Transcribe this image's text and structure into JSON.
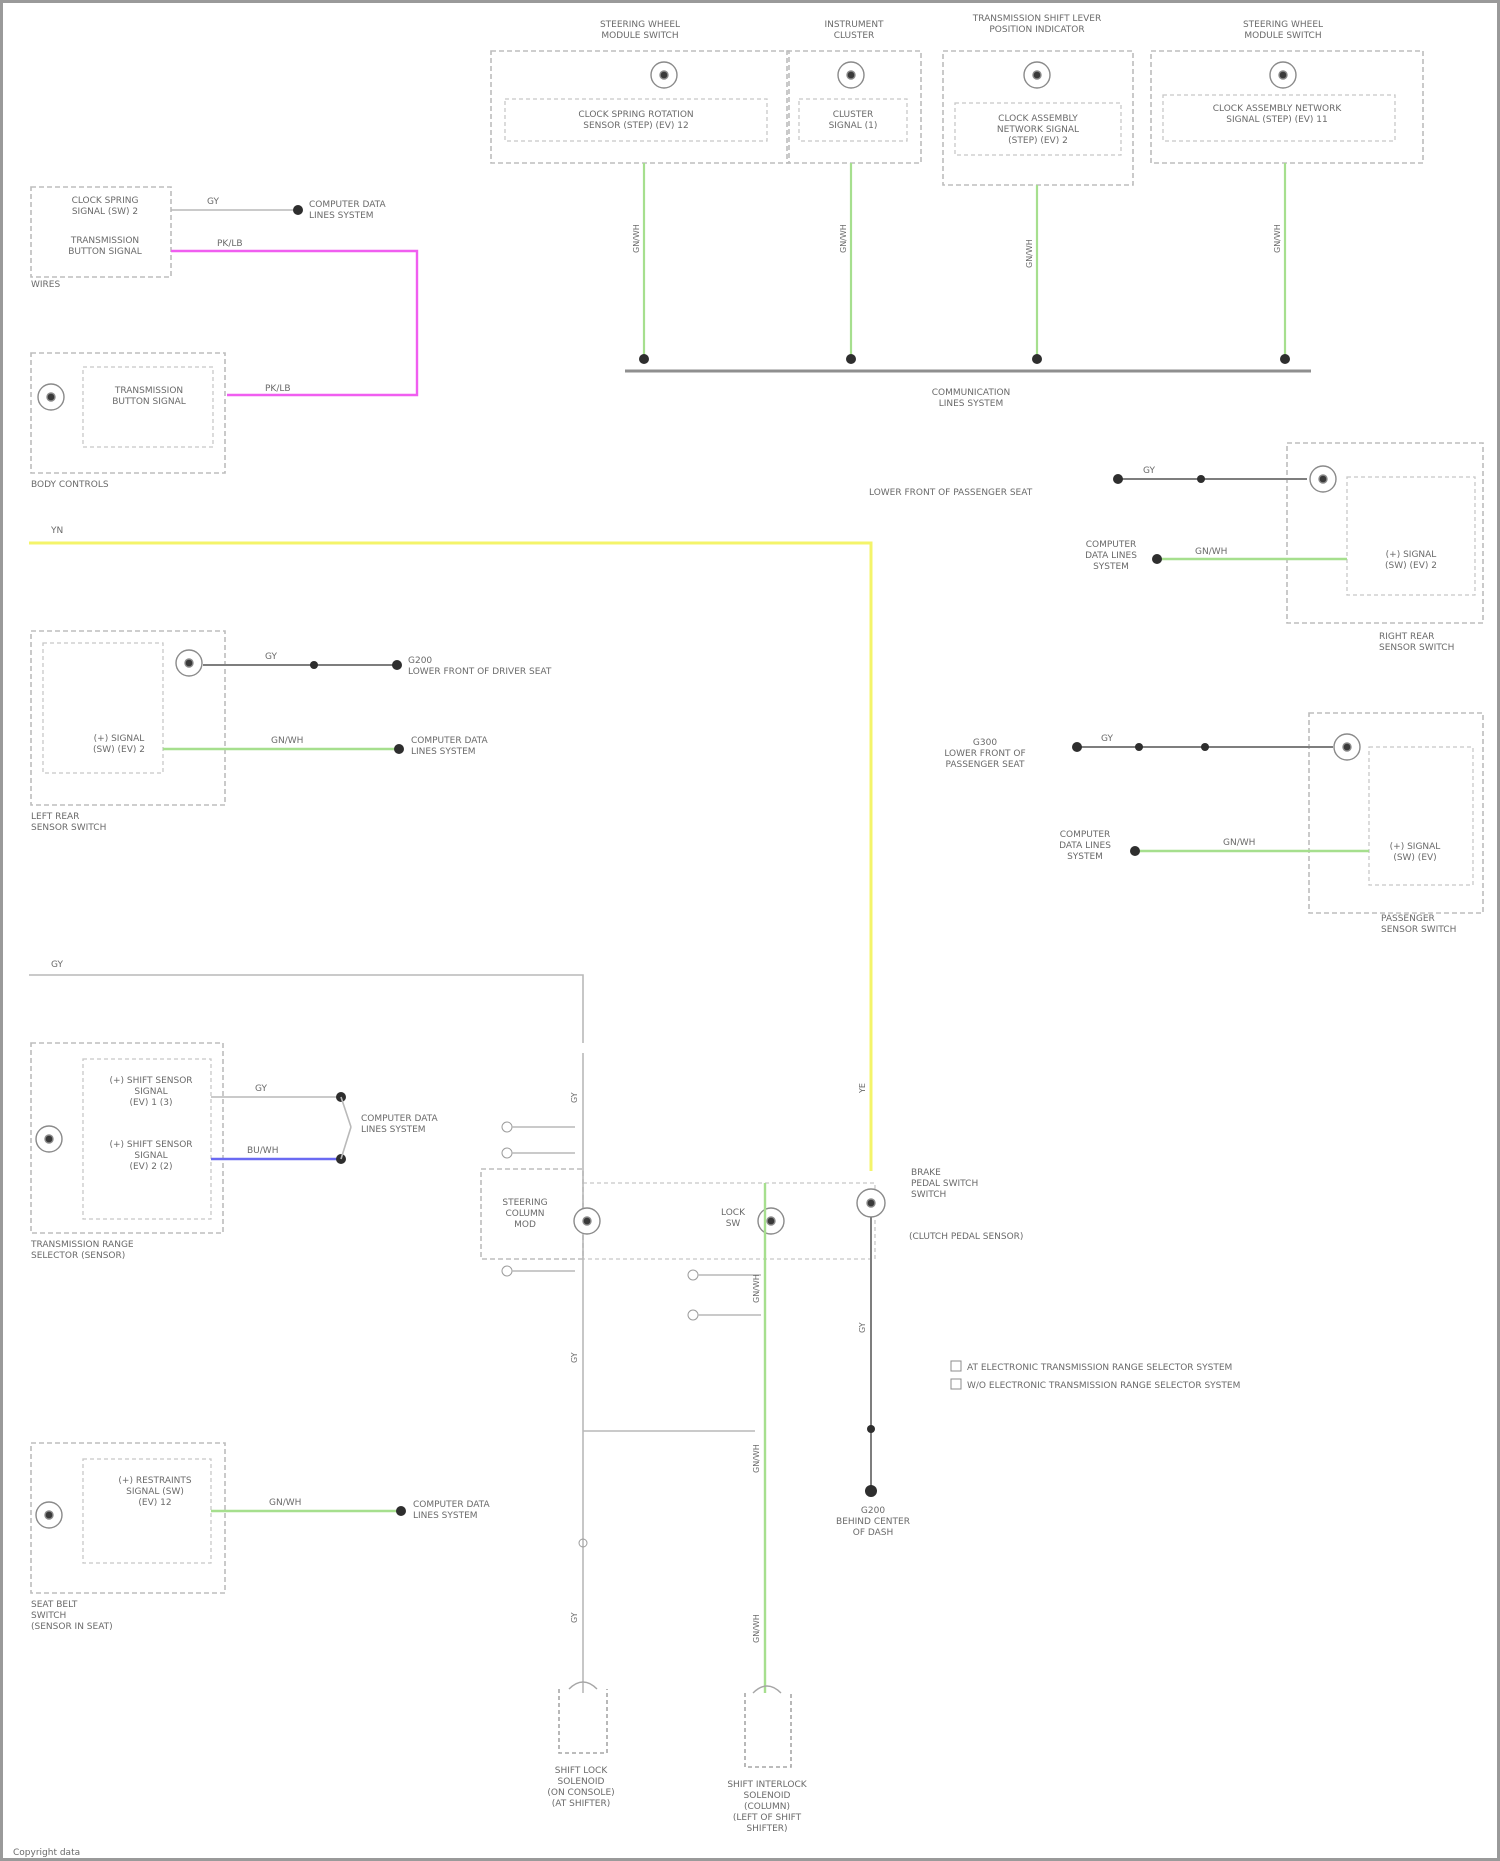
{
  "diagram": {
    "title": "",
    "wire_colors": {
      "green": "#a6df8e",
      "pink": "#f05ef0",
      "yellow": "#f4f46a",
      "blue": "#6a6af2",
      "grey": "#b9b9b9"
    },
    "footer": "Copyright data"
  },
  "labels": {
    "top_module_1_title": "STEERING WHEEL\nMODULE SWITCH",
    "top_module_1_text": "CLOCK SPRING ROTATION\nSENSOR (STEP) (EV) 12",
    "top_module_2_title": "INSTRUMENT\nCLUSTER",
    "top_module_2_text": "CLUSTER\nSIGNAL (1)",
    "top_module_3_title": "TRANSMISSION SHIFT LEVER\nPOSITION INDICATOR",
    "top_module_3_text": "CLOCK ASSEMBLY\nNETWORK SIGNAL\n(STEP) (EV) 2",
    "top_module_4_title": "STEERING WHEEL\nMODULE SWITCH",
    "top_module_4_text": "CLOCK ASSEMBLY NETWORK\nSIGNAL (STEP) (EV) 11",
    "bus_title": "COMMUNICATION\nLINES SYSTEM",
    "left_module_a_1": "CLOCK SPRING\nSIGNAL (SW) 2",
    "left_module_a_2": "TRANSMISSION\nBUTTON SIGNAL",
    "left_module_a_caption": "WIRES",
    "left_module_a_ref": "COMPUTER DATA\nLINES SYSTEM",
    "left_module_b_text": "TRANSMISSION\nBUTTON SIGNAL",
    "left_module_b_caption": "BODY CONTROLS",
    "yellow_tag": "YN",
    "left_rear_switch_text": "(+) SIGNAL\n(SW) (EV) 2",
    "left_rear_switch_caption": "LEFT REAR\nSENSOR SWITCH",
    "left_rear_ground": "G200\nLOWER FRONT OF DRIVER SEAT",
    "left_rear_ref": "COMPUTER DATA\nLINES SYSTEM",
    "right_rear_ground": "LOWER FRONT OF PASSENGER SEAT",
    "right_rear_ref": "COMPUTER\nDATA LINES\nSYSTEM",
    "right_rear_text": "(+) SIGNAL\n(SW) (EV) 2",
    "right_rear_caption": "RIGHT REAR\nSENSOR SWITCH",
    "passenger_ground": "G300\nLOWER FRONT OF\nPASSENGER SEAT",
    "passenger_ref": "COMPUTER\nDATA LINES\nSYSTEM",
    "passenger_text": "(+) SIGNAL\n(SW) (EV)",
    "passenger_caption": "PASSENGER\nSENSOR SWITCH",
    "shift_sel_text_1": "(+) SHIFT SENSOR\nSIGNAL\n(EV) 1 (3)",
    "shift_sel_text_2": "(+) SHIFT SENSOR\nSIGNAL\n(EV) 2 (2)",
    "shift_sel_caption": "TRANSMISSION RANGE\nSELECTOR (SENSOR)",
    "shift_sel_ref": "COMPUTER DATA\nLINES SYSTEM",
    "belt_text": "(+) RESTRAINTS\nSIGNAL (SW)\n(EV) 12",
    "belt_caption": "SEAT BELT\nSWITCH\n(SENSOR IN SEAT)",
    "belt_ref": "COMPUTER DATA\nLINES SYSTEM",
    "center_module_1": "STEERING\nCOLUMN\nMOD",
    "center_module_2": "LOCK\nSW",
    "center_switch": "BRAKE\nPEDAL SWITCH\nSWITCH",
    "center_switch_note": "(CLUTCH PEDAL SENSOR)",
    "ground_center": "G200\nBEHIND CENTER\nOF DASH",
    "bottom_left_caption": "SHIFT LOCK\nSOLENOID\n(ON CONSOLE)\n(AT SHIFTER)",
    "bottom_right_caption": "SHIFT INTERLOCK\nSOLENOID\n(COLUMN)\n(LEFT OF SHIFT\nSHIFTER)",
    "legend_1": "AT ELECTRONIC TRANSMISSION RANGE SELECTOR SYSTEM",
    "legend_2": "W/O ELECTRONIC TRANSMISSION RANGE SELECTOR SYSTEM",
    "wire_green": "GN/WH",
    "wire_pink": "PK/LB",
    "wire_yellow": "YE",
    "wire_blue": "BU/WH",
    "wire_grey": "GY"
  }
}
